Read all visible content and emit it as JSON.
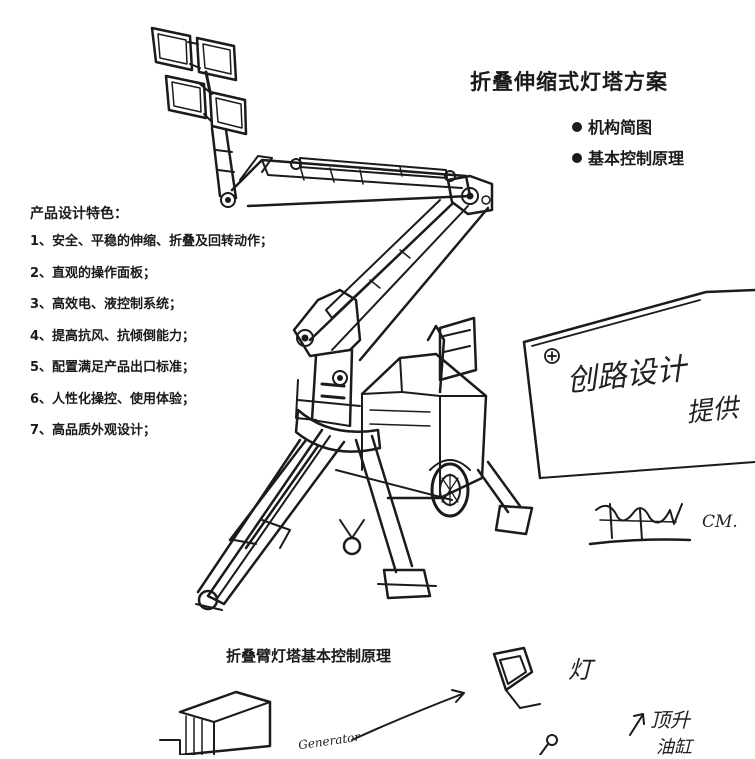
{
  "title": "折叠伸缩式灯塔方案",
  "bullets": [
    {
      "label": "机构简图"
    },
    {
      "label": "基本控制原理"
    }
  ],
  "features": {
    "heading": "产品设计特色：",
    "items": [
      "1、安全、平稳的伸缩、折叠及回转动作；",
      "2、直观的操作面板；",
      "3、高效电、液控制系统；",
      "4、提高抗风、抗倾倒能力；",
      "5、配置满足产品出口标准；",
      "6、人性化操控、使用体验；",
      "7、高品质外观设计；"
    ]
  },
  "note": {
    "line1": "创路设计",
    "line2": "提供",
    "signature_initials": "CM."
  },
  "diagram": {
    "subtitle": "折叠臂灯塔基本控制原理",
    "lamp_label": "灯",
    "generator_label": "Generator",
    "lift_label": "顶升",
    "lower_label": "油缸"
  }
}
